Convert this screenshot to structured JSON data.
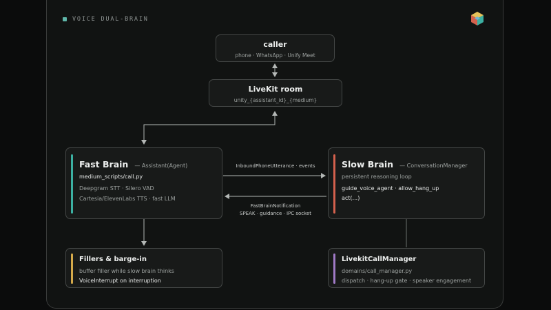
{
  "header": {
    "title": "VOICE DUAL-BRAIN"
  },
  "colors": {
    "teal": "#5fb6a9",
    "fast_brain_accent": "#3cb0a2",
    "slow_brain_accent": "#d4614d",
    "fillers_accent": "#d4a94a",
    "call_manager_accent": "#a07ac6"
  },
  "caller": {
    "title": "caller",
    "subtitle": "phone · WhatsApp · Unify Meet"
  },
  "livekit_room": {
    "title": "LiveKit room",
    "subtitle": "unity_{assistant_id}_{medium}"
  },
  "fast_brain": {
    "title": "Fast Brain",
    "tag": "— Assistant(Agent)",
    "file": "medium_scripts/call.py",
    "line1": "Deepgram STT · Silero VAD",
    "line2": "Cartesia/ElevenLabs TTS · fast LLM"
  },
  "slow_brain": {
    "title": "Slow Brain",
    "tag": "— ConversationManager",
    "subtitle": "persistent reasoning loop",
    "line1": "guide_voice_agent · allow_hang_up",
    "line2": "act(...)"
  },
  "fillers": {
    "title": "Fillers & barge-in",
    "line1": "buffer filler while slow brain thinks",
    "line2": "VoiceInterrupt on interruption"
  },
  "call_manager": {
    "title": "LivekitCallManager",
    "line1": "domains/call_manager.py",
    "line2": "dispatch · hang-up gate · speaker engagement"
  },
  "edges": {
    "to_slow": "InboundPhoneUtterance · events",
    "to_fast_1": "FastBrainNotification",
    "to_fast_2": "SPEAK · guidance · IPC socket"
  },
  "icons": {
    "logo": "cube-logo-icon"
  }
}
